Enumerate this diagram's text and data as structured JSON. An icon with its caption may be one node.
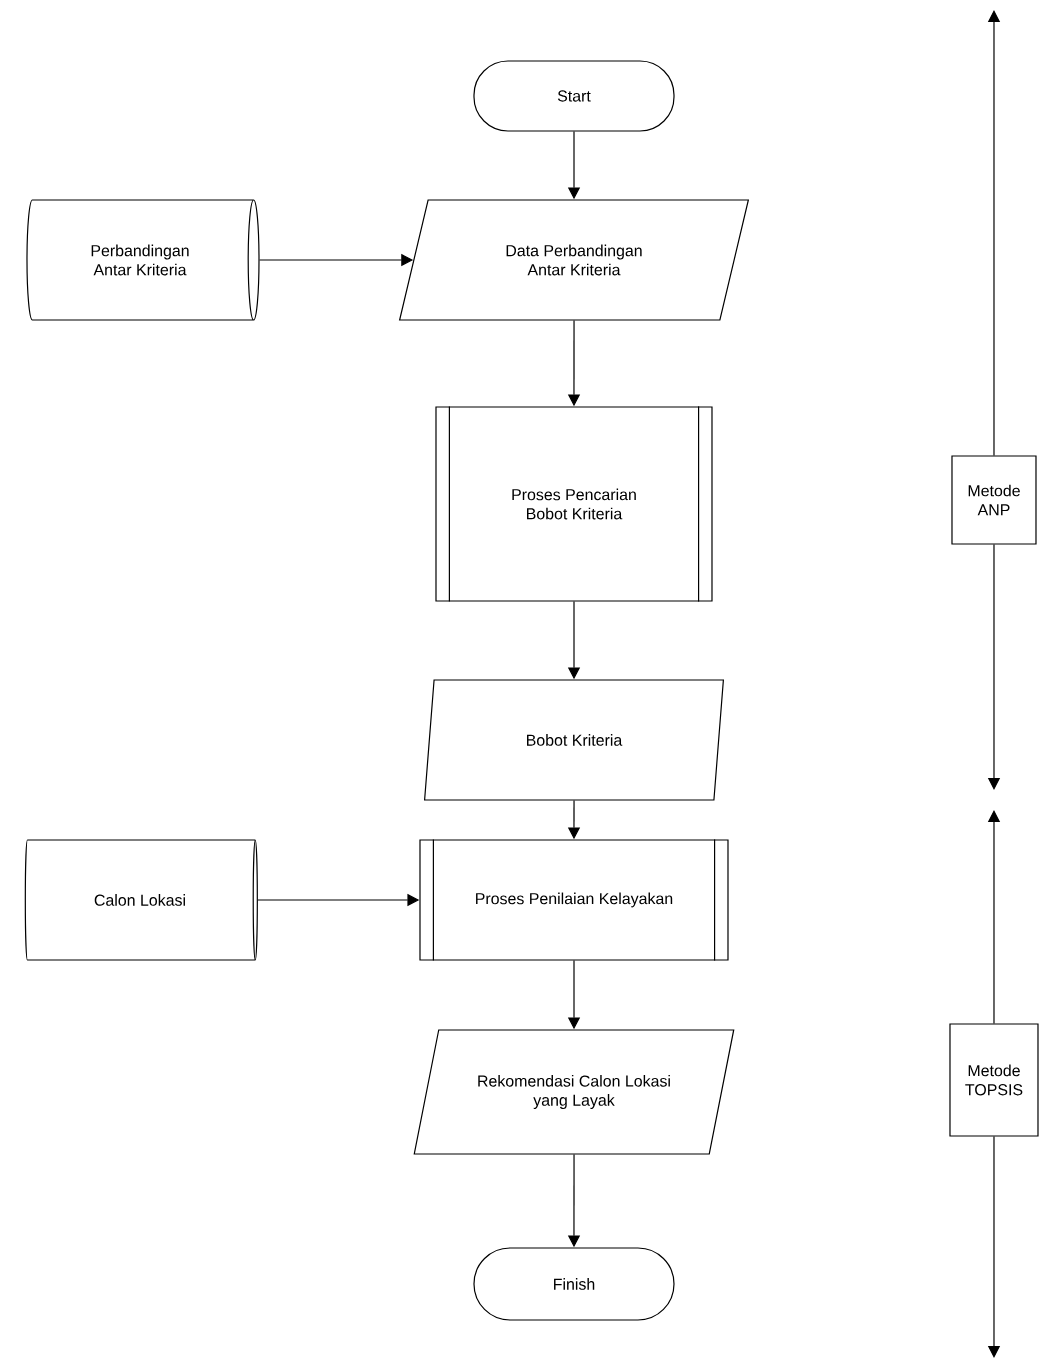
{
  "diagram": {
    "nodes": [
      {
        "text": [
          "Start"
        ]
      },
      {
        "text": [
          "Perbandingan Antar Kriteria"
        ]
      },
      {
        "text": [
          "Data Perbandingan Antar Kriteria"
        ]
      },
      {
        "text": [
          "Proses Pencarian Bobot Kriteria"
        ]
      },
      {
        "text": [
          "Bobot Kriteria"
        ]
      },
      {
        "text": [
          "Calon Lokasi"
        ]
      },
      {
        "text": [
          "Proses Penilaian Kelayakan"
        ]
      },
      {
        "text": [
          "Rekomendasi Calon Lokasi yang Layak"
        ]
      },
      {
        "text": [
          "Finish"
        ]
      },
      {
        "text": [
          "Metode ANP"
        ]
      },
      {
        "text": [
          "Metode TOPSIS"
        ]
      }
    ],
    "edges": [
      {
        "from": 0,
        "to": 2,
        "arrow": "to"
      },
      {
        "from": 1,
        "to": 2,
        "arrow": "to"
      },
      {
        "from": 2,
        "to": 3,
        "arrow": "to"
      },
      {
        "from": 3,
        "to": 4,
        "arrow": "to"
      },
      {
        "from": 4,
        "to": 6,
        "arrow": "to"
      },
      {
        "from": 5,
        "to": 6,
        "arrow": "to"
      },
      {
        "from": 6,
        "to": 7,
        "arrow": "to"
      },
      {
        "from": 7,
        "to": 8,
        "arrow": "to"
      },
      {
        "from": 9,
        "to": null,
        "arrow": "to"
      },
      {
        "from": 9,
        "to": null,
        "arrow": "to"
      },
      {
        "from": 10,
        "to": null,
        "arrow": "to"
      },
      {
        "from": 10,
        "to": null,
        "arrow": "to"
      }
    ]
  }
}
